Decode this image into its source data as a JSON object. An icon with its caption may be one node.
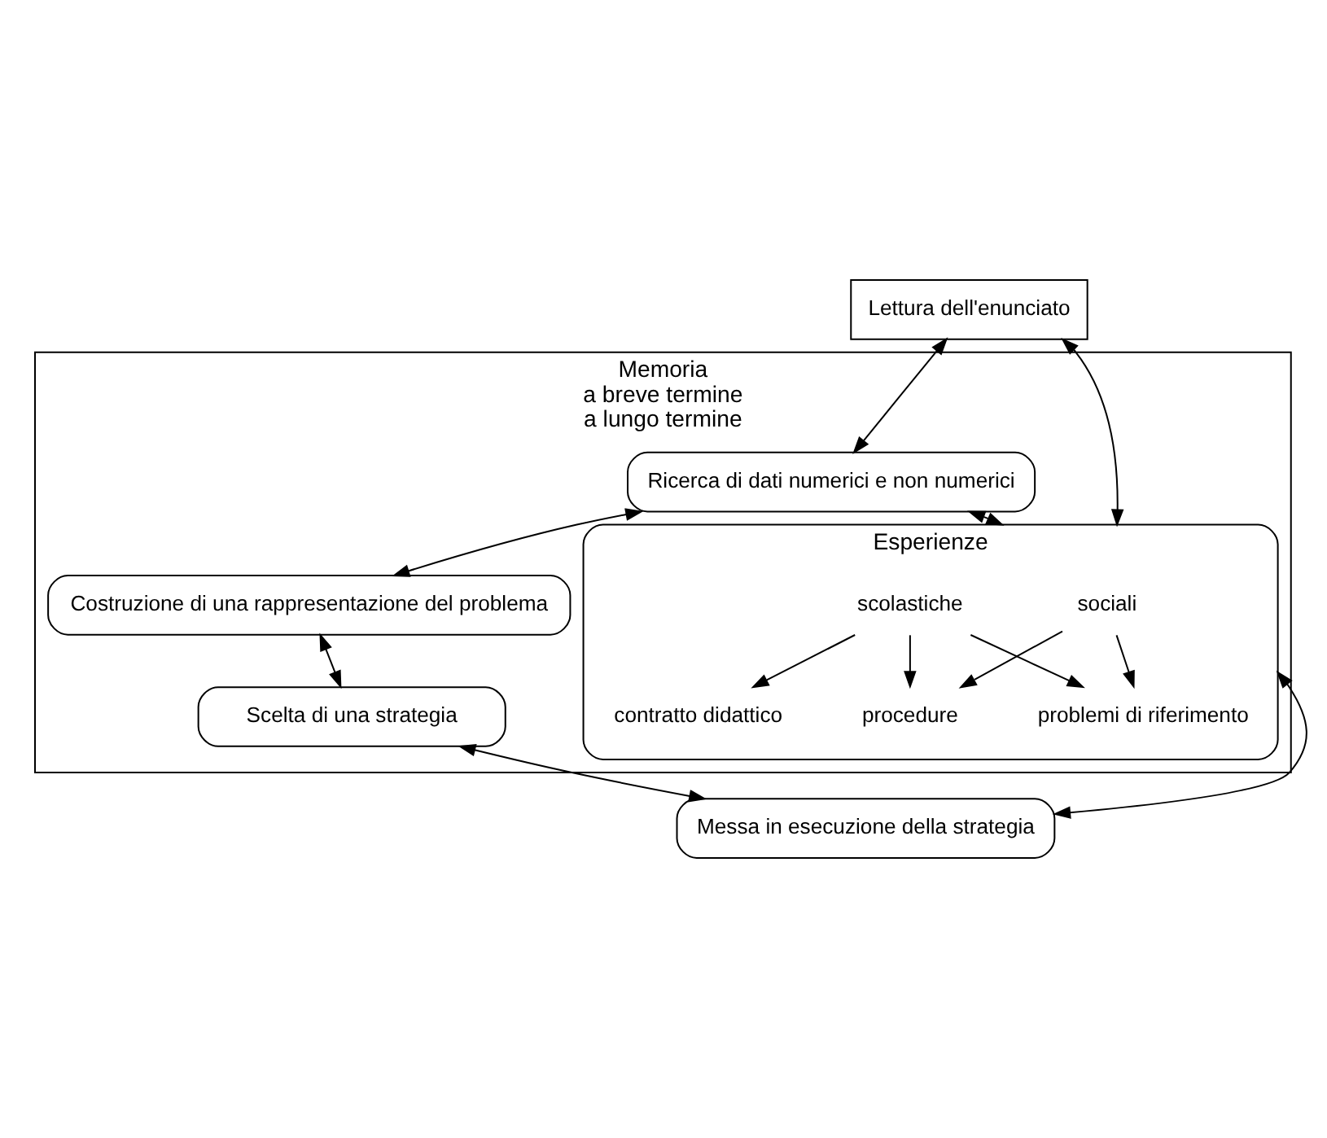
{
  "diagram": {
    "nodes": [
      {
        "text": [
          "Lettura dell'enunciato"
        ]
      },
      {
        "text": [
          "Memoria",
          "a breve termine",
          "a lungo termine"
        ]
      },
      {
        "text": [
          "Ricerca di dati numerici e non numerici"
        ],
        "in": 1
      },
      {
        "text": [
          "Costruzione di una rappresentazione del problema"
        ],
        "in": 1
      },
      {
        "text": [
          "Scelta di una strategia"
        ],
        "in": 1
      },
      {
        "text": [
          "Esperienze"
        ],
        "in": 1
      },
      {
        "text": [
          "sociali"
        ],
        "in": 5
      },
      {
        "text": [
          "scolastiche"
        ],
        "in": 5
      },
      {
        "text": [
          "problemi di riferimento"
        ],
        "in": 5
      },
      {
        "text": [
          "procedure"
        ],
        "in": 5
      },
      {
        "text": [
          "contratto didattico"
        ],
        "in": 5
      },
      {
        "text": [
          "Messa in esecuzione della strategia"
        ]
      }
    ],
    "edges": [
      {
        "from": 0,
        "to": 2,
        "arrow": "both"
      },
      {
        "from": 0,
        "to": 5,
        "arrow": "both"
      },
      {
        "from": 2,
        "to": 5,
        "arrow": "both"
      },
      {
        "from": 2,
        "to": 3,
        "arrow": "both"
      },
      {
        "from": 3,
        "to": 4,
        "arrow": "both"
      },
      {
        "from": 6,
        "to": 8,
        "arrow": "to"
      },
      {
        "from": 6,
        "to": 9,
        "arrow": "to"
      },
      {
        "from": 7,
        "to": 8,
        "arrow": "to"
      },
      {
        "from": 7,
        "to": 9,
        "arrow": "to"
      },
      {
        "from": 7,
        "to": 10,
        "arrow": "to"
      },
      {
        "from": 4,
        "to": 11,
        "arrow": "both"
      },
      {
        "from": 11,
        "to": 5,
        "arrow": "both"
      }
    ]
  }
}
